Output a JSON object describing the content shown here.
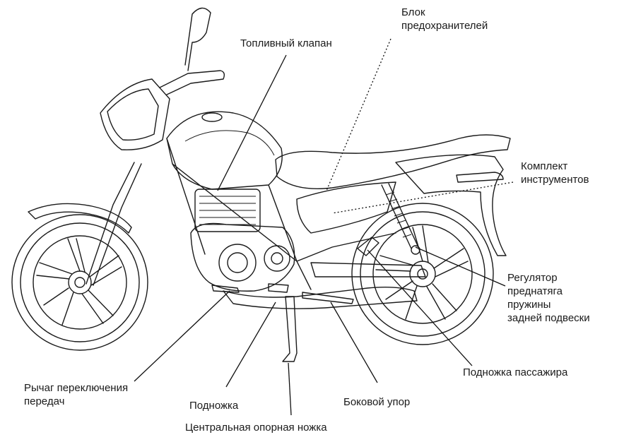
{
  "labels": {
    "fuel_valve": "Топливный клапан",
    "fuse_box": "Блок\nпредохранителей",
    "tool_kit": "Комплект\nинструментов",
    "rear_preload": "Регулятор\nпреднатяга\nпружины\nзадней подвески",
    "passenger_footrest": "Подножка пассажира",
    "side_stand": "Боковой упор",
    "footrest": "Подножка",
    "center_stand": "Центральная опорная ножка",
    "gear_lever": "Рычаг переключения\nпередач"
  }
}
